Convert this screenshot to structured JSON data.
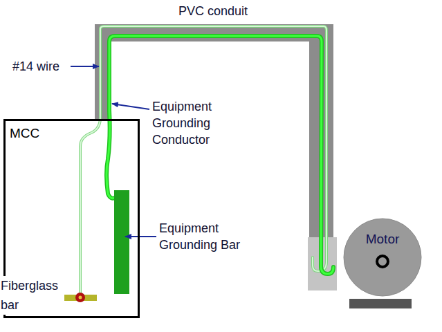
{
  "diagram": {
    "nodes": [
      {
        "text": [
          "MCC"
        ]
      },
      {
        "text": [
          "Motor"
        ]
      }
    ],
    "labels": [
      "PVC conduit",
      "#14 wire",
      "Equipment Grounding Conductor",
      "Equipment Grounding Bar",
      "Fiberglass bar"
    ]
  }
}
